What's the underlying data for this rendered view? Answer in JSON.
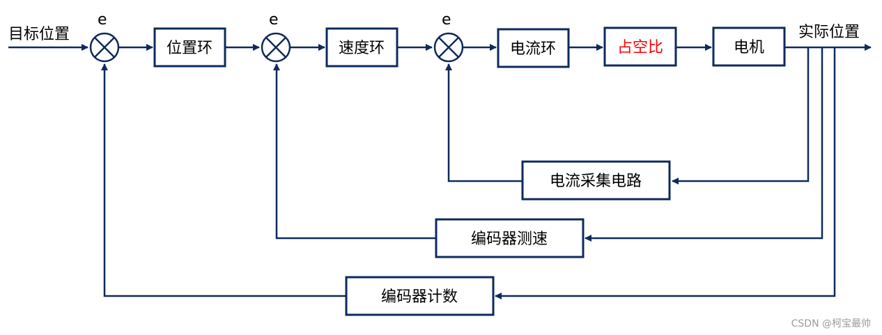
{
  "signals": {
    "input": "目标位置",
    "output": "实际位置"
  },
  "error_label": "e",
  "forward_blocks": {
    "position_loop": "位置环",
    "speed_loop": "速度环",
    "current_loop": "电流环",
    "duty_cycle": "占空比",
    "motor": "电机"
  },
  "feedback_blocks": {
    "current_sensing": "电流采集电路",
    "encoder_speed": "编码器测速",
    "encoder_count": "编码器计数"
  },
  "colors": {
    "line": "#0e2a5c",
    "highlight_text": "#ff0000"
  },
  "watermark": "CSDN @柯宝最帅"
}
